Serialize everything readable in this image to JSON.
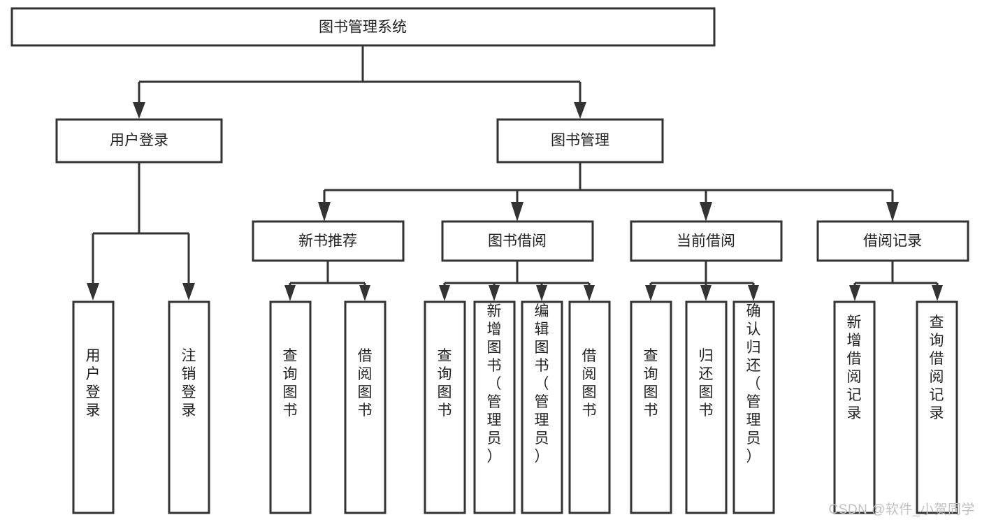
{
  "diagram": {
    "title": "图书管理系统",
    "watermark": "CSDN @软件_小贺同学",
    "colors": {
      "background": "#ffffff",
      "box_fill": "#ffffff",
      "box_stroke": "#333333",
      "text": "#222222",
      "watermark": "#c2c2c2"
    },
    "root": {
      "label": "图书管理系统"
    },
    "level1": [
      {
        "label": "用户登录"
      },
      {
        "label": "图书管理"
      }
    ],
    "level2": [
      {
        "label": "新书推荐"
      },
      {
        "label": "图书借阅"
      },
      {
        "label": "当前借阅"
      },
      {
        "label": "借阅记录"
      }
    ],
    "leaves": {
      "user_login": [
        {
          "label": "用户登录"
        },
        {
          "label": "注销登录"
        }
      ],
      "new_book_recommend": [
        {
          "label": "查询图书"
        },
        {
          "label": "借阅图书"
        }
      ],
      "book_borrow": [
        {
          "label": "查询图书"
        },
        {
          "label": "新增图书（管理员）"
        },
        {
          "label": "编辑图书（管理员）"
        },
        {
          "label": "借阅图书"
        }
      ],
      "current_borrow": [
        {
          "label": "查询图书"
        },
        {
          "label": "归还图书"
        },
        {
          "label": "确认归还（管理员）"
        }
      ],
      "borrow_record": [
        {
          "label": "新增借阅记录"
        },
        {
          "label": "查询借阅记录"
        }
      ]
    }
  }
}
